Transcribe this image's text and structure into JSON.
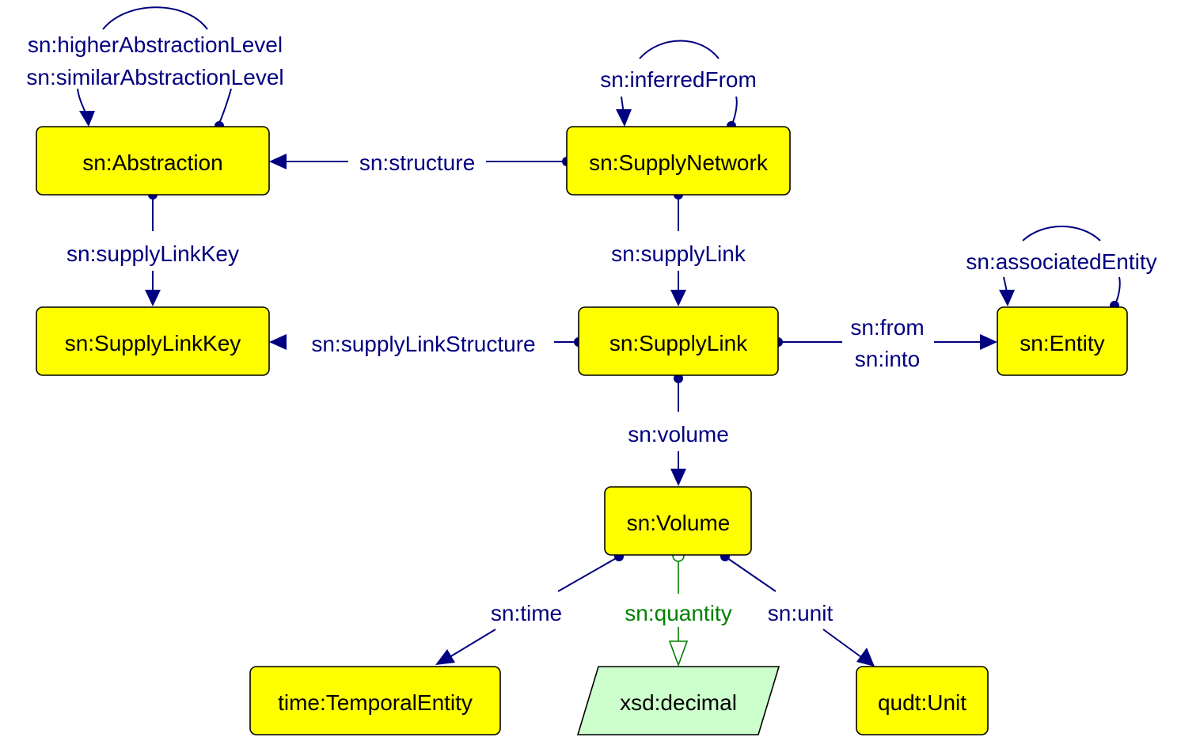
{
  "nodes": {
    "abstraction": "sn:Abstraction",
    "supply_network": "sn:SupplyNetwork",
    "supply_link_key": "sn:SupplyLinkKey",
    "supply_link": "sn:SupplyLink",
    "entity": "sn:Entity",
    "volume": "sn:Volume",
    "temporal_entity": "time:TemporalEntity",
    "decimal": "xsd:decimal",
    "unit": "qudt:Unit"
  },
  "edges": {
    "higher_abstraction_level": "sn:higherAbstractionLevel",
    "similar_abstraction_level": "sn:similarAbstractionLevel",
    "inferred_from": "sn:inferredFrom",
    "structure": "sn:structure",
    "supply_link_key": "sn:supplyLinkKey",
    "supply_link": "sn:supplyLink",
    "associated_entity": "sn:associatedEntity",
    "supply_link_structure": "sn:supplyLinkStructure",
    "from": "sn:from",
    "into": "sn:into",
    "volume": "sn:volume",
    "time": "sn:time",
    "quantity": "sn:quantity",
    "unit": "sn:unit"
  },
  "colors": {
    "class_fill": "#ffff00",
    "literal_fill": "#ccffcc",
    "object_property": "#000080",
    "datatype_property": "#008000"
  }
}
